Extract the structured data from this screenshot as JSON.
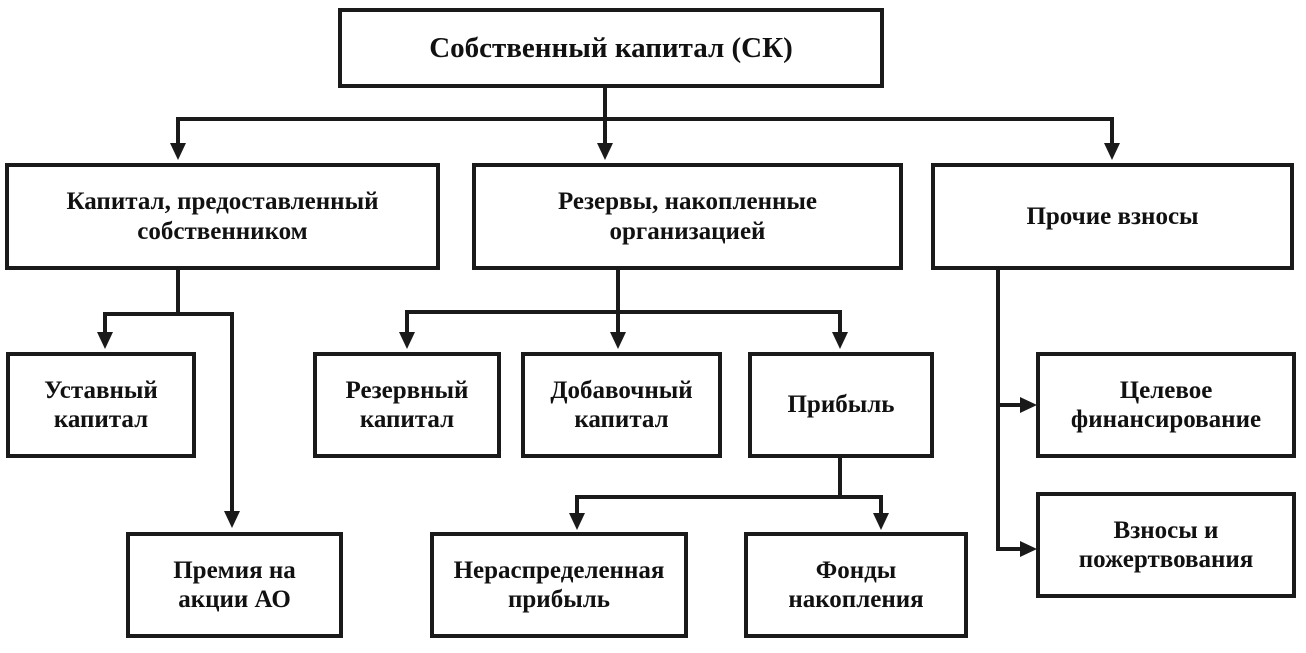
{
  "diagram": {
    "title_text": "Собственный капитал (СК)",
    "type": "hierarchy-tree",
    "language": "ru",
    "colors": {
      "line": "#1a1a1a",
      "box_border": "#1a1a1a",
      "box_fill": "#ffffff",
      "text": "#111111",
      "background": "#ffffff"
    },
    "nodes": {
      "root": {
        "label": "Собственный капитал (СК)",
        "level": 0
      },
      "owner_capital": {
        "label": "Капитал, предоставленный собственником",
        "level": 1
      },
      "reserves": {
        "label": "Резервы, накопленные организацией",
        "level": 1
      },
      "other_contributions": {
        "label": "Прочие взносы",
        "level": 1
      },
      "charter_capital": {
        "label": "Уставный капитал",
        "level": 2
      },
      "reserve_capital": {
        "label": "Резервный капитал",
        "level": 2
      },
      "additional_capital": {
        "label": "Добавочный капитал",
        "level": 2
      },
      "profit": {
        "label": "Прибыль",
        "level": 2
      },
      "target_financing": {
        "label": "Целевое финансирование",
        "level": 2
      },
      "share_premium": {
        "label": "Премия на акции АО",
        "level": 3
      },
      "retained_earnings": {
        "label": "Нераспределенная прибыль",
        "level": 3
      },
      "accumulation_funds": {
        "label": "Фонды накопления",
        "level": 3
      },
      "contributions_donations": {
        "label": "Взносы и пожертвования",
        "level": 3
      }
    },
    "edges": [
      {
        "from": "root",
        "to": "owner_capital"
      },
      {
        "from": "root",
        "to": "reserves"
      },
      {
        "from": "root",
        "to": "other_contributions"
      },
      {
        "from": "owner_capital",
        "to": "charter_capital"
      },
      {
        "from": "owner_capital",
        "to": "share_premium"
      },
      {
        "from": "reserves",
        "to": "reserve_capital"
      },
      {
        "from": "reserves",
        "to": "additional_capital"
      },
      {
        "from": "reserves",
        "to": "profit"
      },
      {
        "from": "profit",
        "to": "retained_earnings"
      },
      {
        "from": "profit",
        "to": "accumulation_funds"
      },
      {
        "from": "other_contributions",
        "to": "target_financing"
      },
      {
        "from": "other_contributions",
        "to": "contributions_donations"
      }
    ]
  }
}
